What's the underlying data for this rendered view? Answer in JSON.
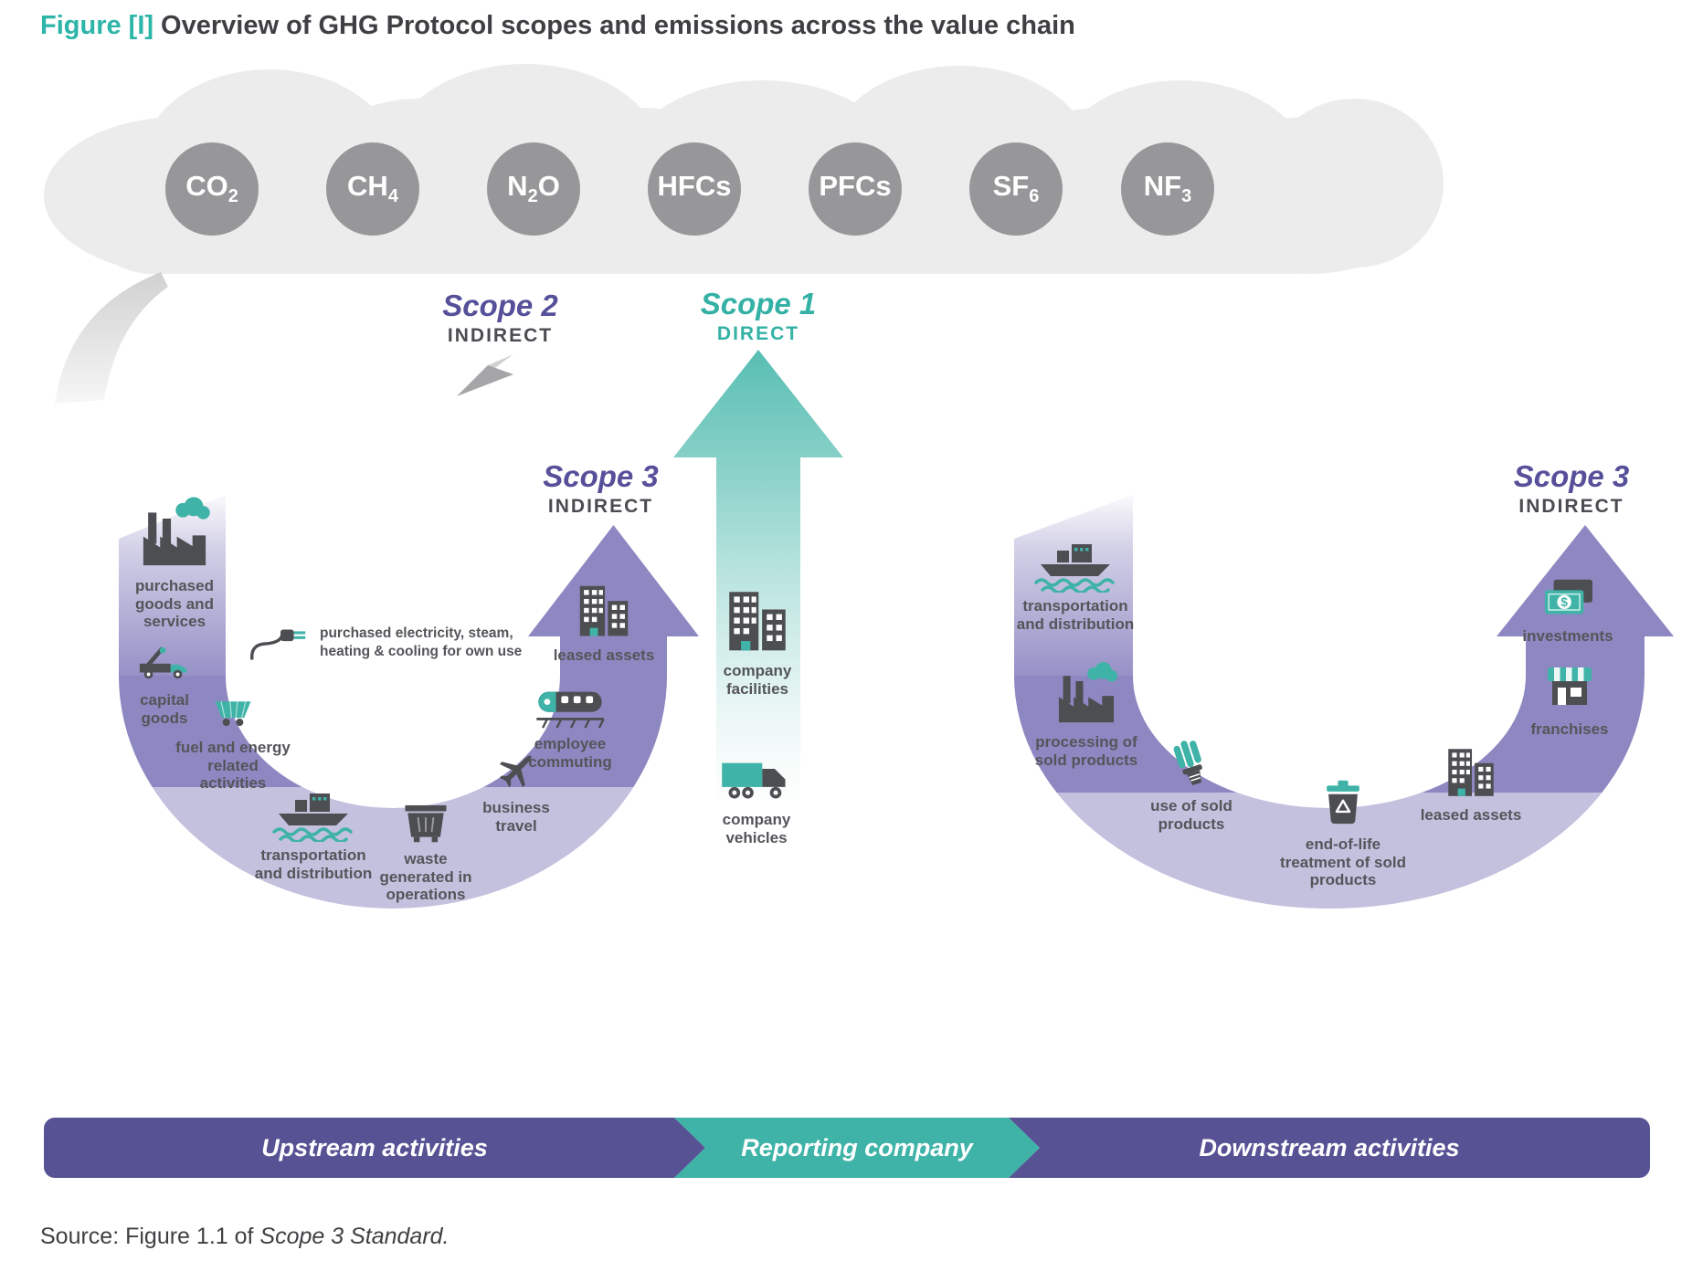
{
  "header": {
    "figure_label": "Figure [I]",
    "title": "Overview of GHG Protocol scopes and emissions across the value chain"
  },
  "gases": [
    {
      "name": "co2",
      "pre": "CO",
      "sub": "2",
      "post": ""
    },
    {
      "name": "ch4",
      "pre": "CH",
      "sub": "4",
      "post": ""
    },
    {
      "name": "n2o",
      "pre": "N",
      "sub": "2",
      "post": "O"
    },
    {
      "name": "hfcs",
      "pre": "HFCs",
      "sub": "",
      "post": ""
    },
    {
      "name": "pfcs",
      "pre": "PFCs",
      "sub": "",
      "post": ""
    },
    {
      "name": "sf6",
      "pre": "SF",
      "sub": "6",
      "post": ""
    },
    {
      "name": "nf3",
      "pre": "NF",
      "sub": "3",
      "post": ""
    }
  ],
  "scopes": {
    "scope2": {
      "title": "Scope 2",
      "subtitle": "INDIRECT"
    },
    "scope1": {
      "title": "Scope 1",
      "subtitle": "DIRECT"
    },
    "scope3_upstream": {
      "title": "Scope 3",
      "subtitle": "INDIRECT"
    },
    "scope3_downstream": {
      "title": "Scope 3",
      "subtitle": "INDIRECT"
    }
  },
  "scope2_note": {
    "icon": "plug",
    "text": "purchased electricity, steam,\nheating & cooling for own use"
  },
  "upstream": {
    "items": [
      {
        "icon": "factory-cloud",
        "label": "purchased goods and services"
      },
      {
        "icon": "truck-crane",
        "label": "capital goods"
      },
      {
        "icon": "cart",
        "label": "fuel and energy related activities"
      },
      {
        "icon": "ship",
        "label": "transportation and distribution"
      },
      {
        "icon": "waste-bin",
        "label": "waste generated in operations"
      },
      {
        "icon": "airplane",
        "label": "business travel"
      },
      {
        "icon": "train",
        "label": "employee commuting"
      },
      {
        "icon": "buildings",
        "label": "leased assets"
      }
    ]
  },
  "center": {
    "items": [
      {
        "icon": "buildings",
        "label": "company facilities"
      },
      {
        "icon": "truck",
        "label": "company vehicles"
      }
    ]
  },
  "downstream": {
    "items": [
      {
        "icon": "ship",
        "label": "transportation and distribution"
      },
      {
        "icon": "factory-cloud",
        "label": "processing of sold products"
      },
      {
        "icon": "bulb",
        "label": "use of sold products"
      },
      {
        "icon": "recycle-bin",
        "label": "end-of-life treatment of sold products"
      },
      {
        "icon": "buildings",
        "label": "leased assets"
      },
      {
        "icon": "store",
        "label": "franchises"
      },
      {
        "icon": "money",
        "label": "investments"
      }
    ]
  },
  "banner": {
    "upstream": "Upstream activities",
    "reporting": "Reporting company",
    "downstream": "Downstream activities"
  },
  "source": {
    "prefix": "Source: Figure 1.1 of ",
    "italic": "Scope 3 Standard."
  },
  "colors": {
    "teal": "#3fb3a7",
    "purple": "#8e88c2",
    "purple_dark": "#565294",
    "gas_circle_gray": "#97979a",
    "cloud_gray": "#ececec",
    "label_text": "#54555a"
  }
}
